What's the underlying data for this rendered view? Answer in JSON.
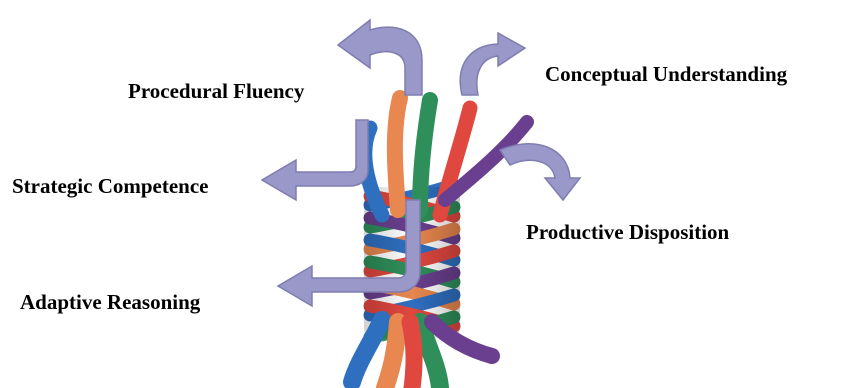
{
  "labels": {
    "procedural_fluency": "Procedural Fluency",
    "conceptual_understanding": "Conceptual Understanding",
    "strategic_competence": "Strategic Competence",
    "productive_disposition": "Productive Disposition",
    "adaptive_reasoning": "Adaptive Reasoning"
  },
  "colors": {
    "arrow": "#9a98c8",
    "arrow_stroke": "#7f7db0",
    "strand_red": "#e0473f",
    "strand_green": "#2f8f5a",
    "strand_blue": "#2f6fc0",
    "strand_purple": "#6a3f8f",
    "strand_orange": "#e8874f",
    "label_text": "#000000"
  },
  "icons": {
    "rope": "braided-rope-icon",
    "arrow": "curved-arrow-icon"
  }
}
